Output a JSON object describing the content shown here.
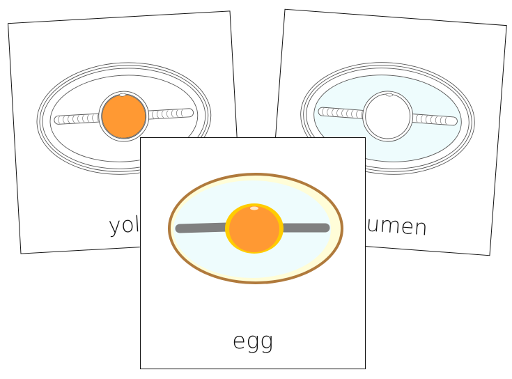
{
  "cards": {
    "yolk": {
      "label": "yolk",
      "highlighted_part": "yolk",
      "colors": {
        "yolk": "#FF9933",
        "outline": "#555555",
        "background": "#FFFFFF"
      }
    },
    "albumen": {
      "label": "albumen",
      "highlighted_part": "albumen",
      "colors": {
        "albumen": "#EEFCFD",
        "outline": "#555555",
        "background": "#FFFFFF"
      }
    },
    "egg": {
      "label": "egg",
      "highlighted_part": "whole egg",
      "colors": {
        "shell": "#B07A3C",
        "membrane": "#FFFDD8",
        "albumen": "#EEFCFD",
        "chalaza": "#808080",
        "yolk_ring": "#FFCC00",
        "yolk": "#FF9933",
        "germinal_disc": "#FFE6C8"
      }
    }
  }
}
